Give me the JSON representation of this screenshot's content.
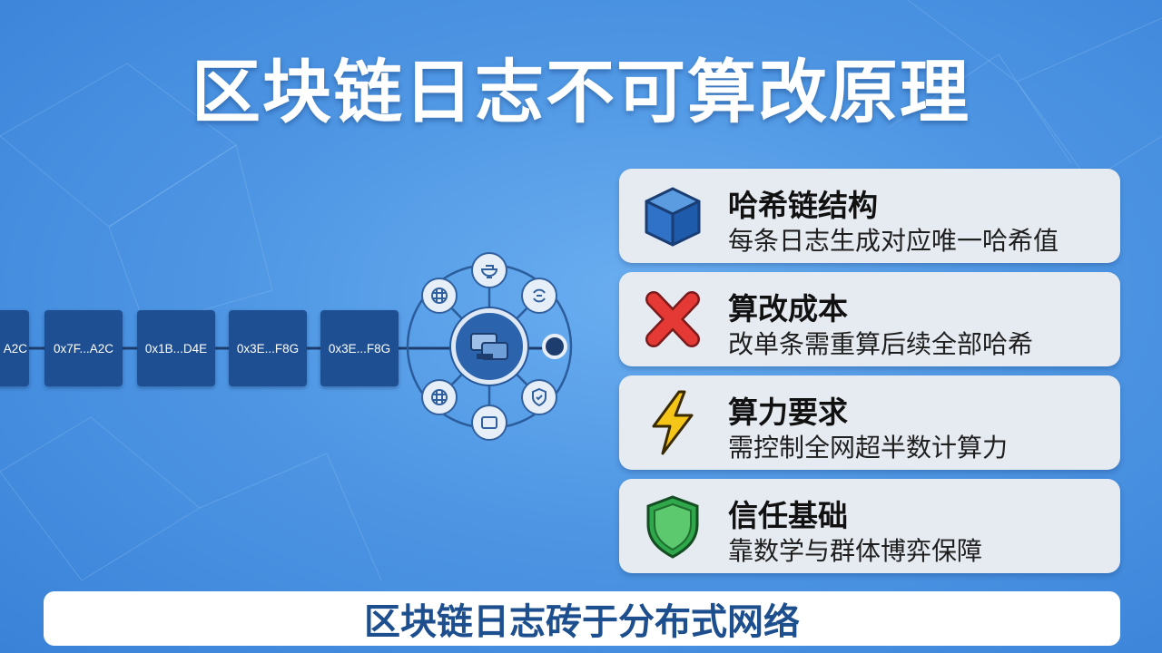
{
  "title": "区块链日志不可算改原理",
  "chain": {
    "blocks": [
      "0x3E...F8G",
      "0x3E...F8G",
      "0x1B...D4E",
      "0x7F...A2C",
      "A2C"
    ]
  },
  "network": {
    "nodes": [
      "bowl-icon",
      "loop-icon",
      "shield-check-icon",
      "screen-icon",
      "grid-icon",
      "grid-icon"
    ],
    "hub_icon": "chat-icon"
  },
  "cards": [
    {
      "icon": "cube-icon",
      "title": "哈希链结构",
      "desc": "每条日志生成对应唯一哈希值"
    },
    {
      "icon": "red-x-icon",
      "title": "算改成本",
      "desc": "改单条需重算后续全部哈希"
    },
    {
      "icon": "lightning-icon",
      "title": "算力要求",
      "desc": "需控制全网超半数计算力"
    },
    {
      "icon": "green-shield-icon",
      "title": "信任基础",
      "desc": "靠数学与群体博弈保障"
    }
  ],
  "banner": "区块链日志砖于分布式网络",
  "colors": {
    "background": "#4f97e4",
    "block": "#1f4f93",
    "banner_text": "#1d4f8f",
    "cross": "#e53935",
    "bolt": "#f5c518",
    "shield": "#2ea84a",
    "cube": "#2f72c8"
  }
}
